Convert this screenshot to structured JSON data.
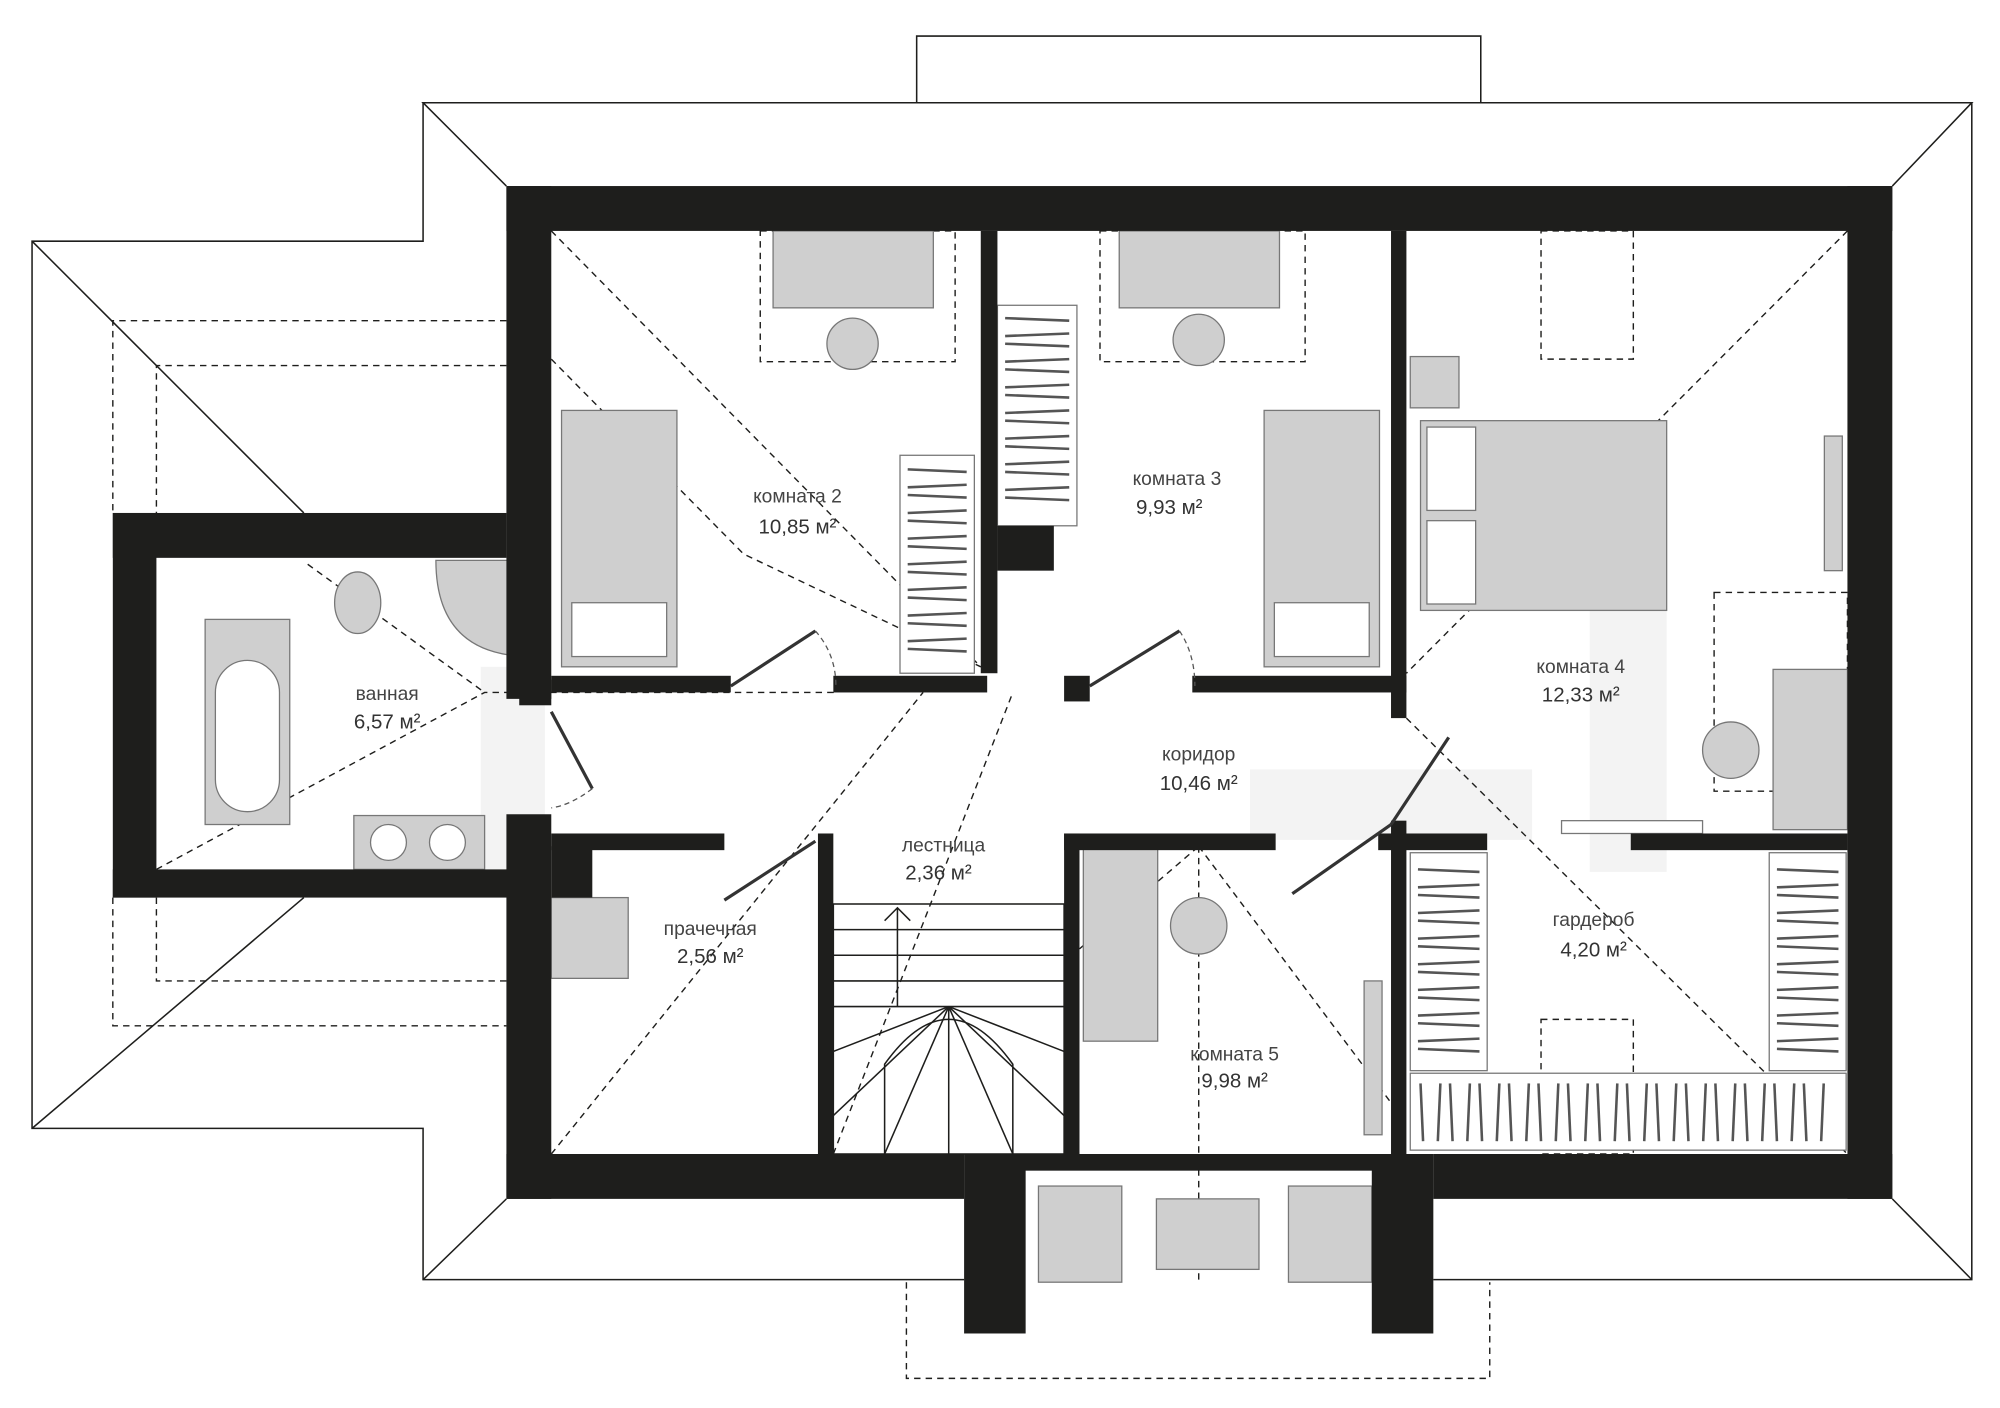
{
  "colors": {
    "wall": "#1e1e1c",
    "furniture": "#cfcfcf",
    "background": "#ffffff"
  },
  "rooms": {
    "room2": {
      "name": "комната 2",
      "area": "10,85 м²"
    },
    "room3": {
      "name": "комната 3",
      "area": "9,93 м²"
    },
    "bathroom": {
      "name": "ванная",
      "area": "6,57 м²"
    },
    "corridor": {
      "name": "коридор",
      "area": "10,46 м²"
    },
    "stairs": {
      "name": "лестница",
      "area": "2,36 м²"
    },
    "laundry": {
      "name": "прачечная",
      "area": "2,56 м²"
    },
    "room4": {
      "name": "комната 4",
      "area": "12,33 м²"
    },
    "wardrobe": {
      "name": "гардероб",
      "area": "4,20 м²"
    },
    "room5": {
      "name": "комната 5",
      "area": "9,98 м²"
    }
  }
}
